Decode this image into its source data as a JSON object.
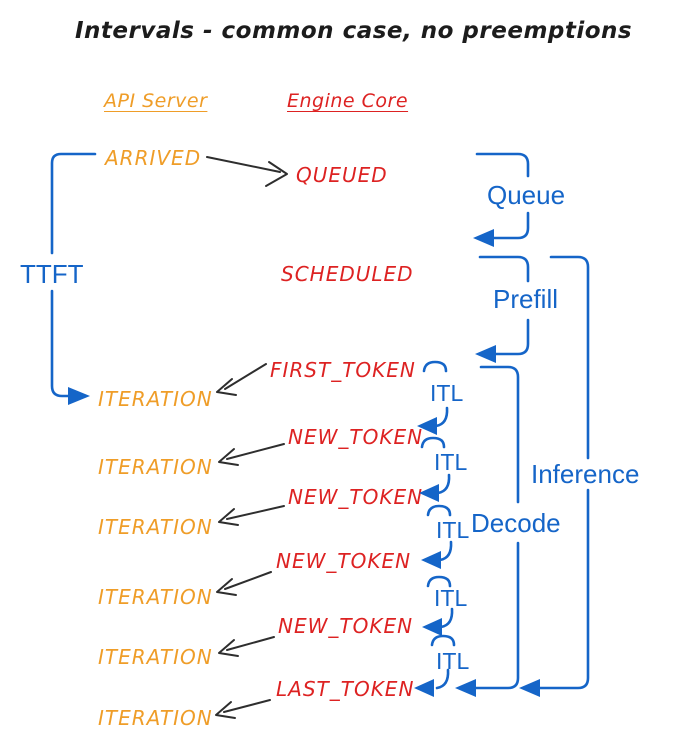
{
  "title": "Intervals - common case, no preemptions",
  "colors": {
    "orange": "#EF9D28",
    "red": "#DD2222",
    "blue": "#1565C8",
    "ink": "#2E2E2E"
  },
  "columns": {
    "api_server": "API Server",
    "engine_core": "Engine Core"
  },
  "api": {
    "arrived": "ARRIVED",
    "iterations": [
      "ITERATION",
      "ITERATION",
      "ITERATION",
      "ITERATION",
      "ITERATION",
      "ITERATION"
    ]
  },
  "engine": {
    "queued": "QUEUED",
    "scheduled": "SCHEDULED",
    "first_token": "FIRST_TOKEN",
    "new_tokens": [
      "NEW_TOKEN",
      "NEW_TOKEN",
      "NEW_TOKEN",
      "NEW_TOKEN"
    ],
    "last_token": "LAST_TOKEN"
  },
  "intervals": {
    "ttft": "TTFT",
    "queue": "Queue",
    "prefill": "Prefill",
    "decode": "Decode",
    "inference": "Inference",
    "itl": [
      "ITL",
      "ITL",
      "ITL",
      "ITL",
      "ITL"
    ]
  }
}
